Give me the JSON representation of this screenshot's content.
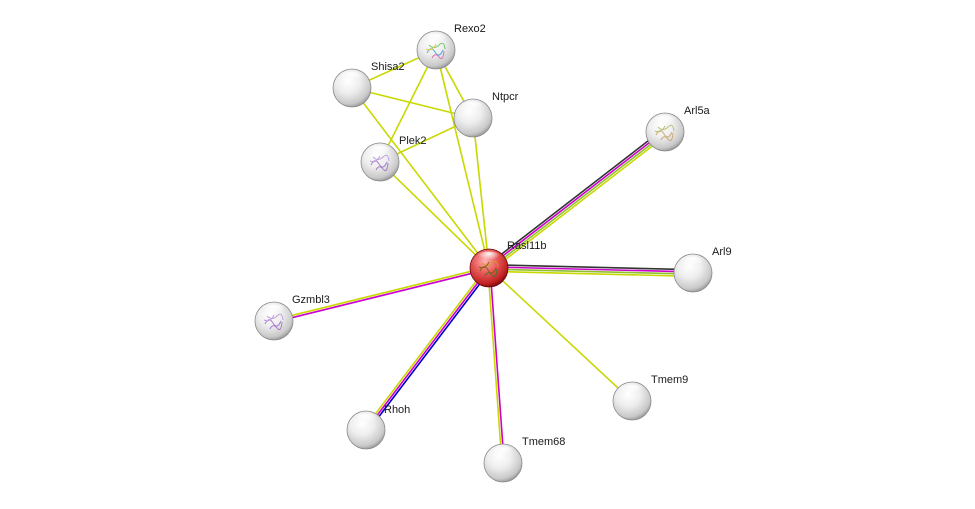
{
  "network": {
    "center": "Rasl11b",
    "nodes": [
      {
        "id": "Rasl11b",
        "label": "Rasl11b",
        "query": true,
        "structure": "red-protein"
      },
      {
        "id": "Rexo2",
        "label": "Rexo2",
        "structure": "multicolor-protein"
      },
      {
        "id": "Shisa2",
        "label": "Shisa2",
        "structure": "none"
      },
      {
        "id": "Ntpcr",
        "label": "Ntpcr",
        "structure": "none"
      },
      {
        "id": "Plek2",
        "label": "Plek2",
        "structure": "purple-protein"
      },
      {
        "id": "Arl5a",
        "label": "Arl5a",
        "structure": "tan-protein"
      },
      {
        "id": "Arl9",
        "label": "Arl9",
        "structure": "none"
      },
      {
        "id": "Gzmbl3",
        "label": "Gzmbl3",
        "structure": "purple-protein"
      },
      {
        "id": "Tmem9",
        "label": "Tmem9",
        "structure": "none"
      },
      {
        "id": "Rhoh",
        "label": "Rhoh",
        "structure": "none"
      },
      {
        "id": "Tmem68",
        "label": "Tmem68",
        "structure": "none"
      }
    ],
    "edges": [
      {
        "source": "Rasl11b",
        "target": "Arl5a",
        "colors": [
          "#333333",
          "#cc00cc",
          "#8fbf2f",
          "#c8d800"
        ]
      },
      {
        "source": "Rasl11b",
        "target": "Arl9",
        "colors": [
          "#333333",
          "#cc00cc",
          "#8fbf2f",
          "#c8d800"
        ]
      },
      {
        "source": "Rasl11b",
        "target": "Gzmbl3",
        "colors": [
          "#cc00cc",
          "#c8d800"
        ]
      },
      {
        "source": "Rasl11b",
        "target": "Rhoh",
        "colors": [
          "#0000cc",
          "#cc00cc",
          "#c8d800"
        ]
      },
      {
        "source": "Rasl11b",
        "target": "Tmem68",
        "colors": [
          "#cc00cc",
          "#c8d800"
        ]
      },
      {
        "source": "Rasl11b",
        "target": "Tmem9",
        "colors": [
          "#c8d800"
        ]
      },
      {
        "source": "Rasl11b",
        "target": "Plek2",
        "colors": [
          "#c8d800"
        ]
      },
      {
        "source": "Rasl11b",
        "target": "Ntpcr",
        "colors": [
          "#c8d800"
        ]
      },
      {
        "source": "Rasl11b",
        "target": "Rexo2",
        "colors": [
          "#c8d800"
        ]
      },
      {
        "source": "Rasl11b",
        "target": "Shisa2",
        "colors": [
          "#c8d800"
        ]
      },
      {
        "source": "Shisa2",
        "target": "Rexo2",
        "colors": [
          "#c8d800"
        ]
      },
      {
        "source": "Shisa2",
        "target": "Ntpcr",
        "colors": [
          "#c8d800"
        ]
      },
      {
        "source": "Rexo2",
        "target": "Ntpcr",
        "colors": [
          "#c8d800"
        ]
      },
      {
        "source": "Rexo2",
        "target": "Plek2",
        "colors": [
          "#c8d800"
        ]
      },
      {
        "source": "Plek2",
        "target": "Ntpcr",
        "colors": [
          "#c8d800"
        ]
      }
    ]
  }
}
